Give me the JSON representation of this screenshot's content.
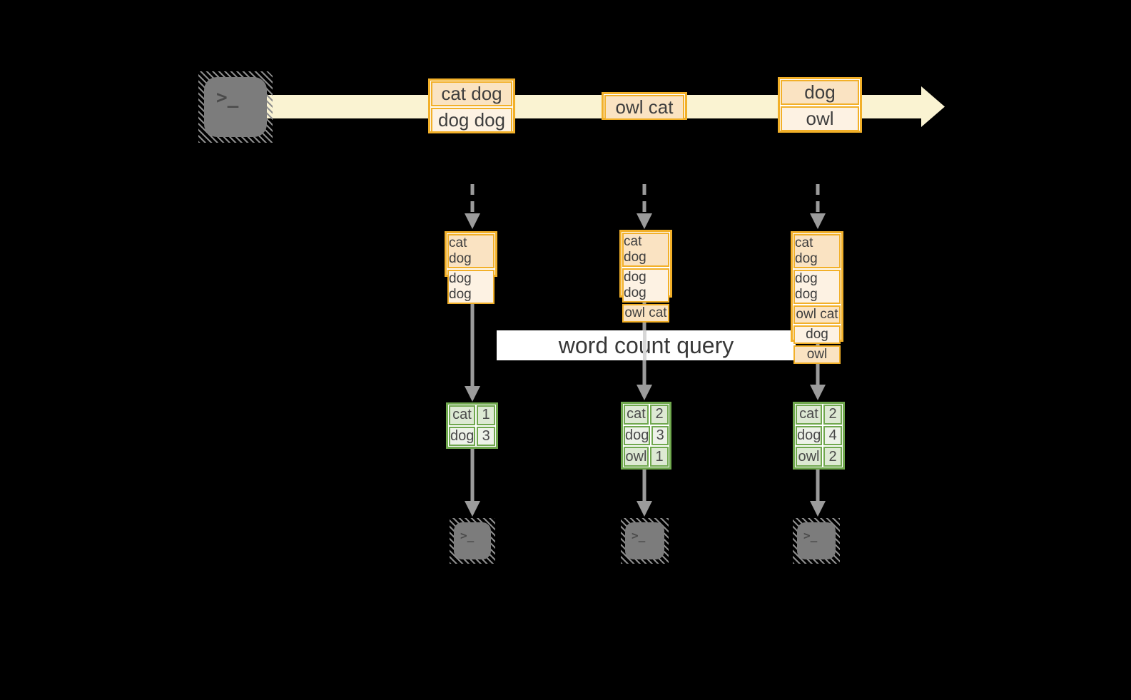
{
  "diagram": {
    "title_hint": "streaming word count",
    "query_label": "word count query",
    "stream": {
      "source_icon": "terminal-icon",
      "source_glyph": ">_",
      "batches": [
        {
          "rows": [
            "cat dog",
            "dog dog"
          ]
        },
        {
          "rows": [
            "owl cat"
          ]
        },
        {
          "rows": [
            "dog",
            "owl"
          ]
        }
      ]
    },
    "columns": [
      {
        "input": [
          "cat dog",
          "dog dog"
        ],
        "result": [
          [
            "cat",
            "1"
          ],
          [
            "dog",
            "3"
          ]
        ]
      },
      {
        "input": [
          "cat dog",
          "dog dog",
          "owl cat"
        ],
        "result": [
          [
            "cat",
            "2"
          ],
          [
            "dog",
            "3"
          ],
          [
            "owl",
            "1"
          ]
        ]
      },
      {
        "input": [
          "cat dog",
          "dog dog",
          "owl cat",
          "dog",
          "owl"
        ],
        "result": [
          [
            "cat",
            "2"
          ],
          [
            "dog",
            "4"
          ],
          [
            "owl",
            "2"
          ]
        ]
      }
    ],
    "sink_icon": "terminal-icon",
    "sink_glyph": ">_",
    "colors": {
      "background": "#000000",
      "stream_band": "#faf3d2",
      "box_border": "#f2b029",
      "box_fill_dark": "#fae3c2",
      "box_fill_light": "#fdf2e3",
      "table_border": "#70a84e",
      "table_fill_dark": "#dde9d3",
      "table_fill_light": "#edf2e8",
      "arrow_gray": "#9b9b9b",
      "terminal_gray": "#7c7c7c",
      "text": "#3e3e3e"
    }
  }
}
